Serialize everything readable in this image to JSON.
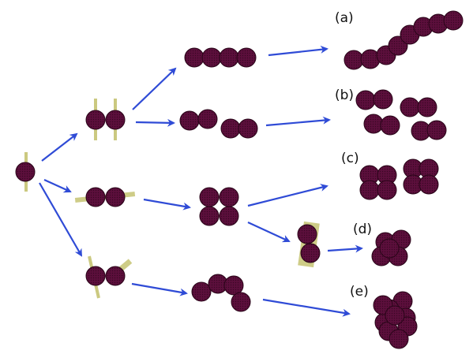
{
  "colors": {
    "cell_fill": "#5c0f3c",
    "cell_edge": "#2a0519",
    "division_plane": "#c9c77a",
    "arrow": "#2f4bd6",
    "background": "#ffffff"
  },
  "labels": {
    "a": "(a)",
    "b": "(b)",
    "c": "(c)",
    "d": "(d)",
    "e": "(e)"
  }
}
